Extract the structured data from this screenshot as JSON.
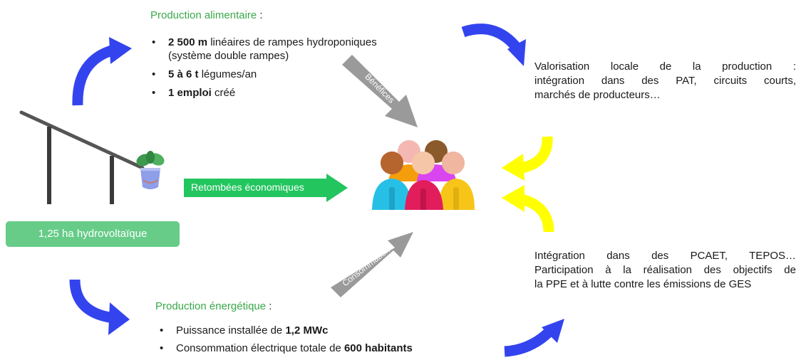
{
  "food": {
    "title": "Production alimentaire",
    "colon": " :",
    "items": [
      {
        "bold": "2 500 m",
        "rest": " linéaires de rampes hydroponiques",
        "line2": "(système double rampes)"
      },
      {
        "bold": "5 à 6 t",
        "rest": " légumes/an"
      },
      {
        "bold": "1 emploi",
        "rest": " créé"
      }
    ]
  },
  "energy": {
    "title": "Production énergétique",
    "colon": " :",
    "items": [
      {
        "pre": "Puissance installée de ",
        "bold": "1,2 MWc"
      },
      {
        "pre": "Consommation électrique totale de ",
        "bold": "600 habitants"
      }
    ]
  },
  "valorisation": {
    "line1": "Valorisation locale de la production :",
    "line2": "intégration dans des PAT, circuits courts,",
    "line3": "marchés de producteurs…"
  },
  "integration": {
    "line1": "Intégration dans des PCAET, TEPOS…",
    "line2": "Participation à la réalisation des objectifs de",
    "line3": "la PPE et à lutte contre les émissions de GES"
  },
  "badge_label": "1,25 ha hydrovoltaïque",
  "arrows": {
    "benefits": "Bénéfices",
    "economic": "Retombées économiques",
    "consumption": "Consommation"
  },
  "colors": {
    "title_green": "#3aa84a",
    "badge_green": "#66cc88",
    "economic_arrow": "#22c55e",
    "blue_arrow": "#3344ee",
    "yellow_arrow": "#ffff00",
    "grey_arrow": "#9a9a9a"
  },
  "icons": [
    "solar-panel-icon",
    "plant-pot-icon",
    "people-group-icon"
  ]
}
